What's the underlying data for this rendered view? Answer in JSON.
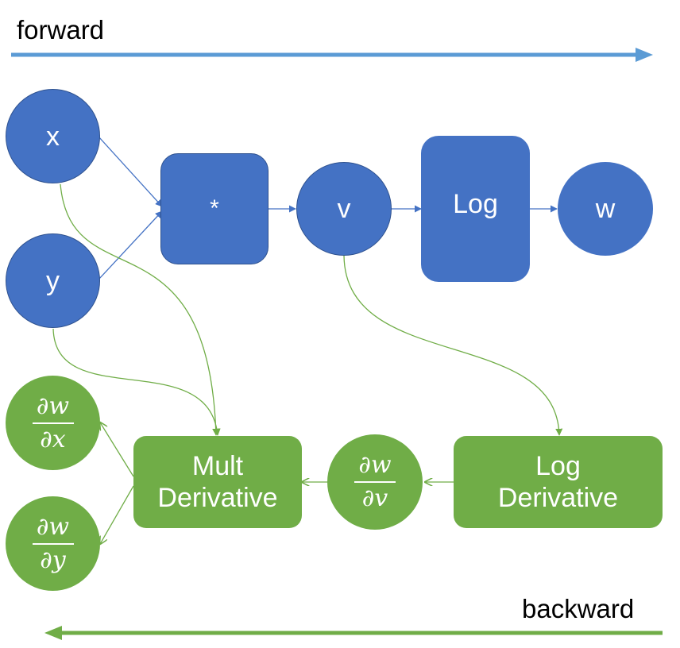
{
  "directions": {
    "forward": "forward",
    "backward": "backward"
  },
  "forward_nodes": {
    "x": "x",
    "y": "y",
    "mult": "*",
    "v": "v",
    "log": "Log",
    "w": "w"
  },
  "backward_nodes": {
    "dw_dx": {
      "numerator": "∂w",
      "denominator": "∂x"
    },
    "dw_dy": {
      "numerator": "∂w",
      "denominator": "∂y"
    },
    "dw_dv": {
      "numerator": "∂w",
      "denominator": "∂v"
    },
    "mult_derivative": {
      "line1": "Mult",
      "line2": "Derivative"
    },
    "log_derivative": {
      "line1": "Log",
      "line2": "Derivative"
    }
  },
  "colors": {
    "forward": "#4472c4",
    "forward_arrow": "#5b9bd5",
    "backward": "#70ad47"
  }
}
